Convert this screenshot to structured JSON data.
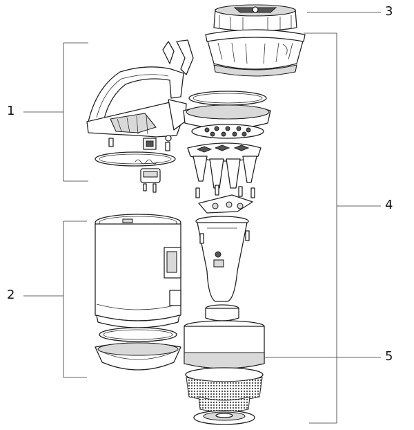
{
  "callouts": [
    {
      "id": "callout-1",
      "label": "1"
    },
    {
      "id": "callout-2",
      "label": "2"
    },
    {
      "id": "callout-3",
      "label": "3"
    },
    {
      "id": "callout-4",
      "label": "4"
    },
    {
      "id": "callout-5",
      "label": "5"
    }
  ],
  "colors": {
    "line": "#222222",
    "shade": "#d9d9d9",
    "dark": "#555555",
    "background": "#ffffff"
  }
}
